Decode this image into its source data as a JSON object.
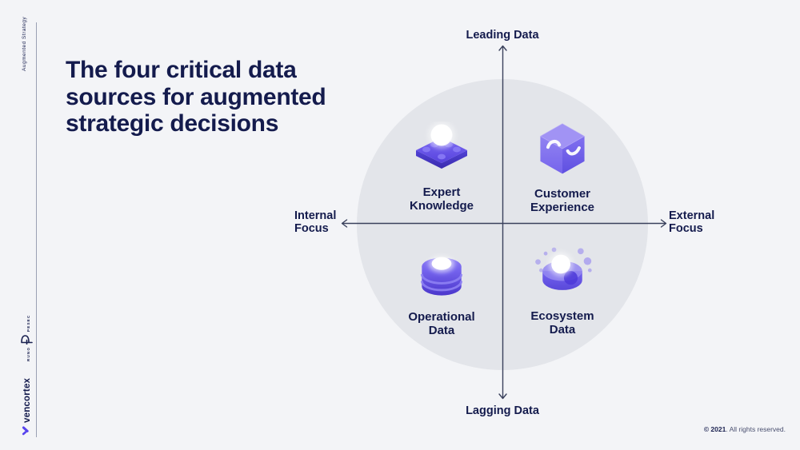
{
  "rail": {
    "tagline": "Augmented Strategy",
    "author_logo": {
      "bottom_text": "RUNO",
      "top_text": "PESEC"
    },
    "brand": "vencortex"
  },
  "title": "The four critical data\nsources for augmented\nstrategic decisions",
  "axes": {
    "top": "Leading Data",
    "bottom": "Lagging Data",
    "left": "Internal\nFocus",
    "right": "External\nFocus"
  },
  "quadrants": [
    {
      "id": "expert",
      "label": "Expert\nKnowledge",
      "icon": "expert-knowledge-icon"
    },
    {
      "id": "customer",
      "label": "Customer\nExperience",
      "icon": "customer-experience-icon"
    },
    {
      "id": "operational",
      "label": "Operational\nData",
      "icon": "operational-data-icon"
    },
    {
      "id": "ecosystem",
      "label": "Ecosystem\nData",
      "icon": "ecosystem-data-icon"
    }
  ],
  "footer": {
    "year": "© 2021",
    "rest": ". All rights reserved."
  },
  "colors": {
    "page_bg": "#f3f4f7",
    "circle_bg": "#e3e5ea",
    "navy": "#141b4d",
    "accent_purple": "#5b48e8",
    "axis_line": "#3a415c"
  }
}
